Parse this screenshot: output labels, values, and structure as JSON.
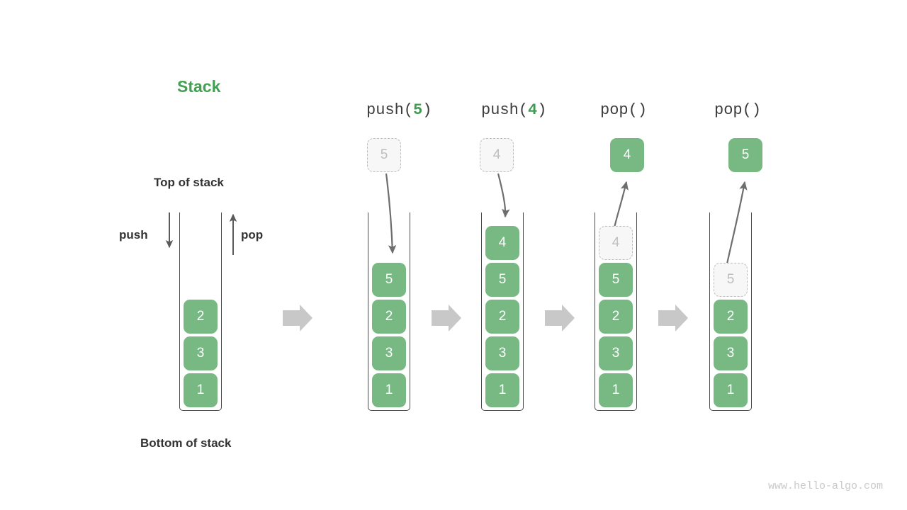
{
  "title": "Stack",
  "labels": {
    "top_of_stack": "Top of stack",
    "bottom_of_stack": "Bottom of stack",
    "push": "push",
    "pop": "pop"
  },
  "watermark": "www.hello-algo.com",
  "colors": {
    "accent_green": "#41a052",
    "cell_green": "#78b983",
    "ghost_gray": "#bdbdbd",
    "flow_arrow_gray": "#c8c8c8",
    "stroke_dark": "#4a4a4a"
  },
  "columns": [
    {
      "id": "initial",
      "header_prefix": "",
      "header_arg": "",
      "header_suffix": "",
      "cells": [
        "2",
        "3",
        "1"
      ],
      "incoming": null,
      "outgoing": null,
      "ghost_index": null
    },
    {
      "id": "push-5",
      "header_prefix": "push(",
      "header_arg": "5",
      "header_suffix": ")",
      "cells": [
        "5",
        "2",
        "3",
        "1"
      ],
      "incoming": "5",
      "outgoing": null,
      "ghost_index": null
    },
    {
      "id": "push-4",
      "header_prefix": "push(",
      "header_arg": "4",
      "header_suffix": ")",
      "cells": [
        "4",
        "5",
        "2",
        "3",
        "1"
      ],
      "incoming": "4",
      "outgoing": null,
      "ghost_index": null
    },
    {
      "id": "pop-1",
      "header_prefix": "pop(",
      "header_arg": "",
      "header_suffix": ")",
      "cells": [
        "4",
        "5",
        "2",
        "3",
        "1"
      ],
      "incoming": null,
      "outgoing": "4",
      "ghost_index": 0
    },
    {
      "id": "pop-2",
      "header_prefix": "pop(",
      "header_arg": "",
      "header_suffix": ")",
      "cells": [
        "5",
        "2",
        "3",
        "1"
      ],
      "incoming": null,
      "outgoing": "5",
      "ghost_index": 0
    }
  ]
}
